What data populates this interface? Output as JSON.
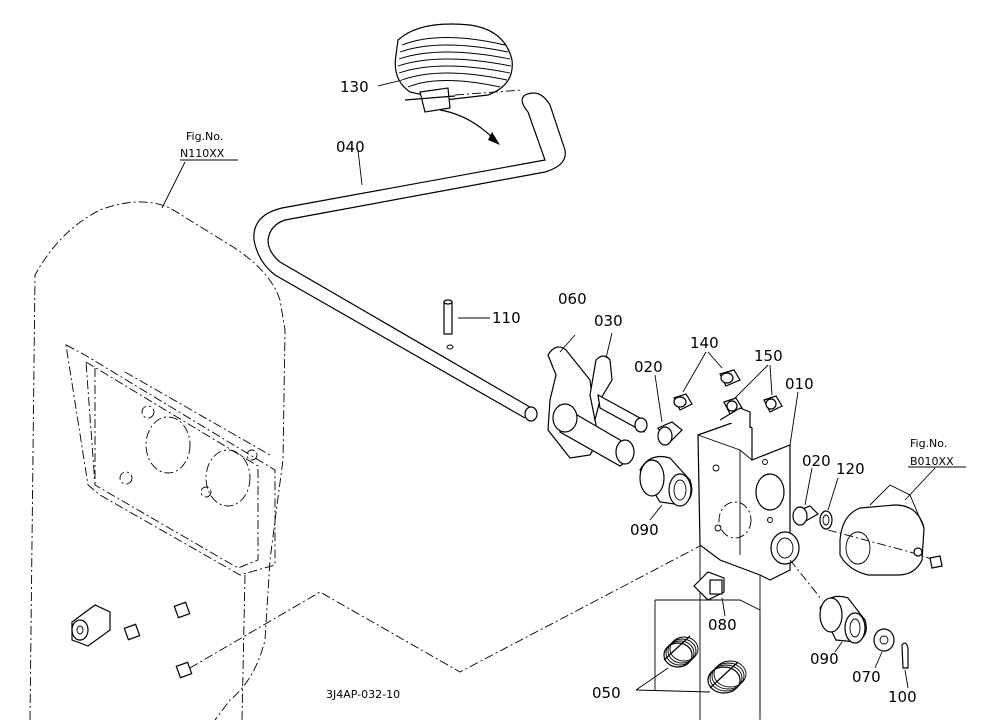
{
  "callouts": {
    "p130": "130",
    "p040": "040",
    "p110": "110",
    "p060": "060",
    "p030": "030",
    "p020a": "020",
    "p140": "140",
    "p150": "150",
    "p010": "010",
    "p020b": "020",
    "p120": "120",
    "p090a": "090",
    "p080": "080",
    "p090b": "090",
    "p070": "070",
    "p100": "100",
    "p050": "050"
  },
  "figure_refs": {
    "left_label": "Fig.No.",
    "left_code": "N110XX",
    "right_label": "Fig.No.",
    "right_code": "B010XX"
  },
  "drawing_id": "3J4AP-032-10"
}
